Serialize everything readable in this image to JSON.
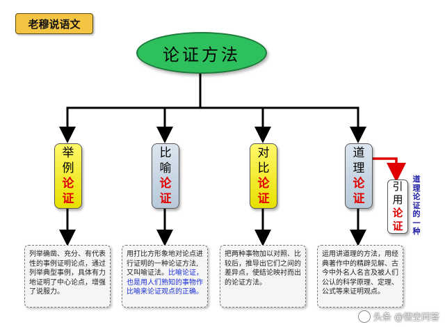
{
  "badge": "老穆说语文",
  "title": "论证方法",
  "methods": [
    {
      "chars": [
        "举",
        "例"
      ],
      "suffix": [
        "论",
        "证"
      ]
    },
    {
      "chars": [
        "比",
        "喻"
      ],
      "suffix": [
        "论",
        "证"
      ]
    },
    {
      "chars": [
        "对",
        "比"
      ],
      "suffix": [
        "论",
        "证"
      ]
    },
    {
      "chars": [
        "道",
        "理"
      ],
      "suffix": [
        "论",
        "证"
      ]
    }
  ],
  "quote": {
    "chars": [
      "引",
      "用"
    ],
    "suffix": [
      "论",
      "证"
    ]
  },
  "quote_note": "道理论证的一种",
  "descriptions": [
    {
      "text": "列举确凿、充分、有代表性的事例证明论点，通过列举典型事例，具体有力地证明了中心论点，增强了说服力。",
      "highlight": ""
    },
    {
      "text": "用打比方形象地对论点进行证明的一种论证方法,又叫喻证法。",
      "highlight": "比喻论证，也是用人们熟知的事物作比喻来论证观点的正确。"
    },
    {
      "text": "把两种事物加以对照、比较后，推导出它们之间的差异点，使结论映衬而出的论证方法。",
      "highlight": ""
    },
    {
      "text": "运用讲道理的方法，用经典著作中的精辟见解、古今中外名人名言及被人们公认的科学原理、定理、公式等来证明观点。",
      "highlight": ""
    }
  ],
  "watermark": "头条 @悟空问答",
  "colors": {
    "ellipse": "#2ec05c",
    "yellow": "#f0e800",
    "blue": "#c5d4e3",
    "red": "#e00000",
    "badge": "#f4c542"
  }
}
